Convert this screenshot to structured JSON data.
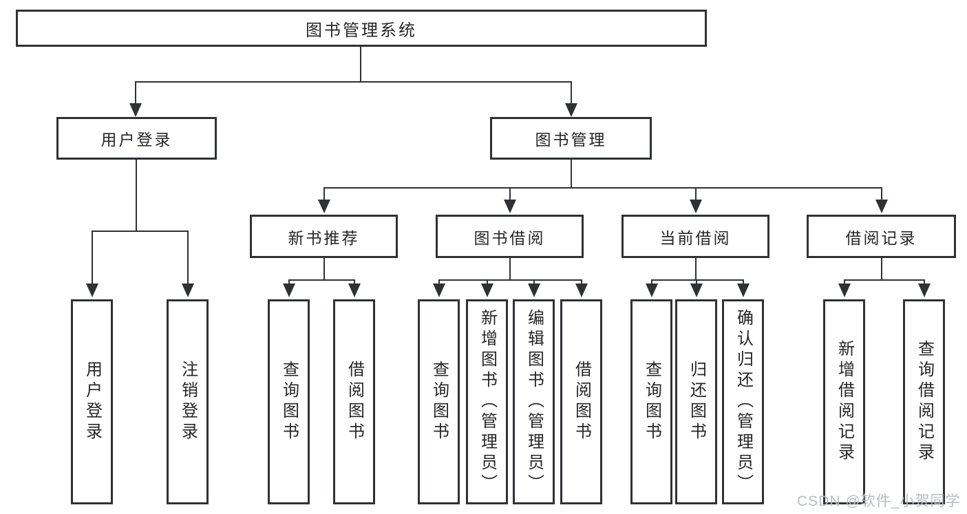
{
  "colors": {
    "line": "#2f3133",
    "text": "#262626",
    "background": "#ffffff",
    "watermark": "#b7bcc4"
  },
  "page": {
    "watermark": "CSDN @软件_小贺同学"
  },
  "tree": {
    "root": "图书管理系统",
    "login": {
      "label": "用户登录",
      "children": [
        "用户登录",
        "注销登录"
      ]
    },
    "management": {
      "label": "图书管理",
      "groups": [
        {
          "label": "新书推荐",
          "children": [
            "查询图书",
            "借阅图书"
          ]
        },
        {
          "label": "图书借阅",
          "children": [
            "查询图书",
            "新增图书（管理员）",
            "编辑图书（管理员）",
            "借阅图书"
          ]
        },
        {
          "label": "当前借阅",
          "children": [
            "查询图书",
            "归还图书",
            "确认归还（管理员）"
          ]
        },
        {
          "label": "借阅记录",
          "children": [
            "新增借阅记录",
            "查询借阅记录"
          ]
        }
      ]
    }
  }
}
